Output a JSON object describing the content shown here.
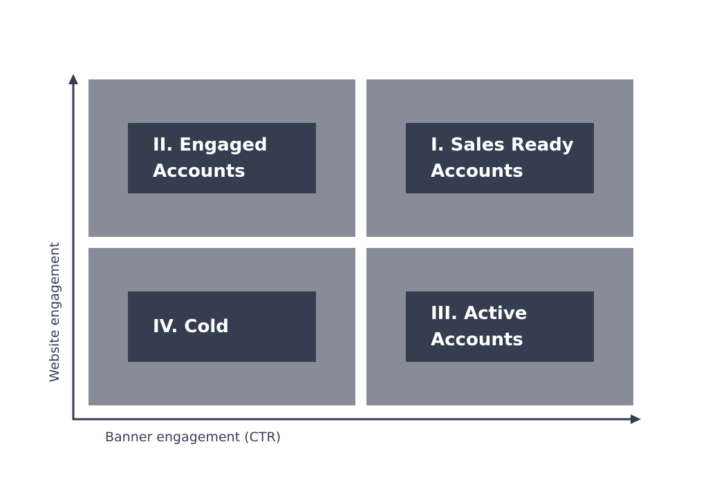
{
  "colors": {
    "background": "#ffffff",
    "quadrant_fill": "#878c98",
    "label_fill": "#353e51",
    "label_text": "#ffffff",
    "axis": "#353e51"
  },
  "axes": {
    "x_label": "Banner engagement (CTR)",
    "y_label": "Website engagement"
  },
  "quadrants": {
    "top_left": {
      "line1": "II. Engaged",
      "line2": "Accounts"
    },
    "top_right": {
      "line1": "I. Sales Ready",
      "line2": "Accounts"
    },
    "bottom_left": {
      "line1": "IV. Cold",
      "line2": ""
    },
    "bottom_right": {
      "line1": "III. Active",
      "line2": "Accounts"
    }
  }
}
